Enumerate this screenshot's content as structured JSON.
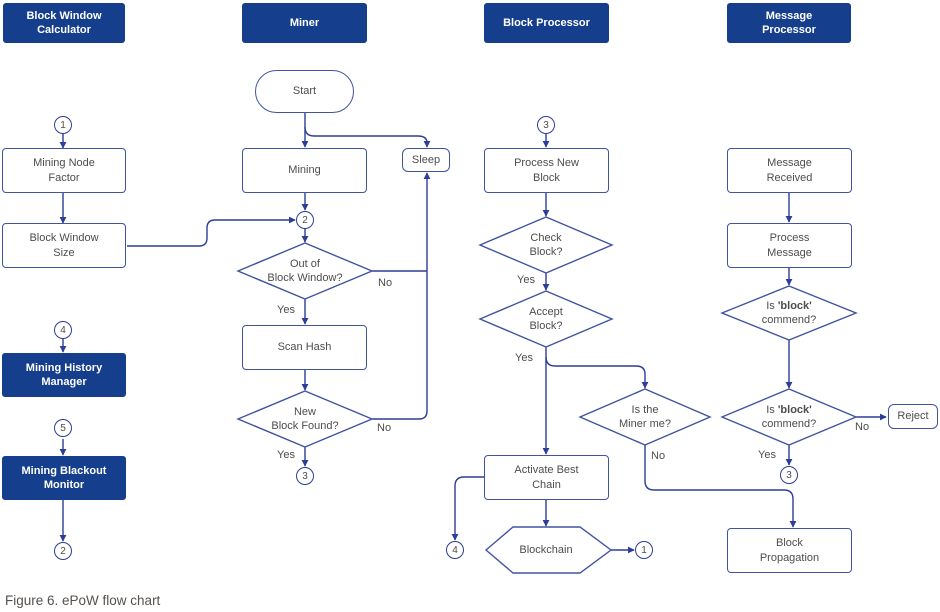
{
  "figure": {
    "caption": "Figure 6. ePoW flow chart"
  },
  "colors": {
    "header_bg": "#153e8c",
    "line": "#2e3d96",
    "box_border": "#41549f",
    "ink": "#4d4d4d",
    "label": "#4d4d4d",
    "caption": "#56514d",
    "node_bg": "#ffffff"
  },
  "lanes": {
    "block_window_calculator": "Block Window\nCalculator",
    "miner": "Miner",
    "block_processor": "Block Processor",
    "message_processor": "Message\nProcessor"
  },
  "nodes": {
    "mining_node_factor": "Mining Node\nFactor",
    "block_window_size": "Block Window\nSize",
    "mining_history_manager": "Mining History\nManager",
    "mining_blackout_monitor": "Mining Blackout\nMonitor",
    "start": "Start",
    "mining": "Mining",
    "sleep": "Sleep",
    "out_of_block_window": "Out of\nBlock Window?",
    "scan_hash": "Scan Hash",
    "new_block_found": "New\nBlock Found?",
    "process_new_block": "Process New\nBlock",
    "check_block": "Check\nBlock?",
    "accept_block": "Accept\nBlock?",
    "is_the_miner_me": "Is the\nMiner me?",
    "activate_best_chain": "Activate Best\nChain",
    "blockchain": "Blockchain",
    "message_received": "Message\nReceived",
    "process_message": "Process\nMessage",
    "is_block_commend": {
      "line1_normal": "Is ",
      "line1_bold": "'block'",
      "line2": "commend?"
    },
    "reject": "Reject",
    "block_propagation": "Block\nPropagation"
  },
  "circles": {
    "c1_top": "1",
    "c4_left": "4",
    "c5_left": "5",
    "c2_bottom": "2",
    "c2_miner": "2",
    "c3_miner": "3",
    "c3_block": "3",
    "c4_out": "4",
    "c1_out": "1",
    "c3_msg": "3"
  },
  "edge_labels": {
    "yes": "Yes",
    "no": "No"
  }
}
